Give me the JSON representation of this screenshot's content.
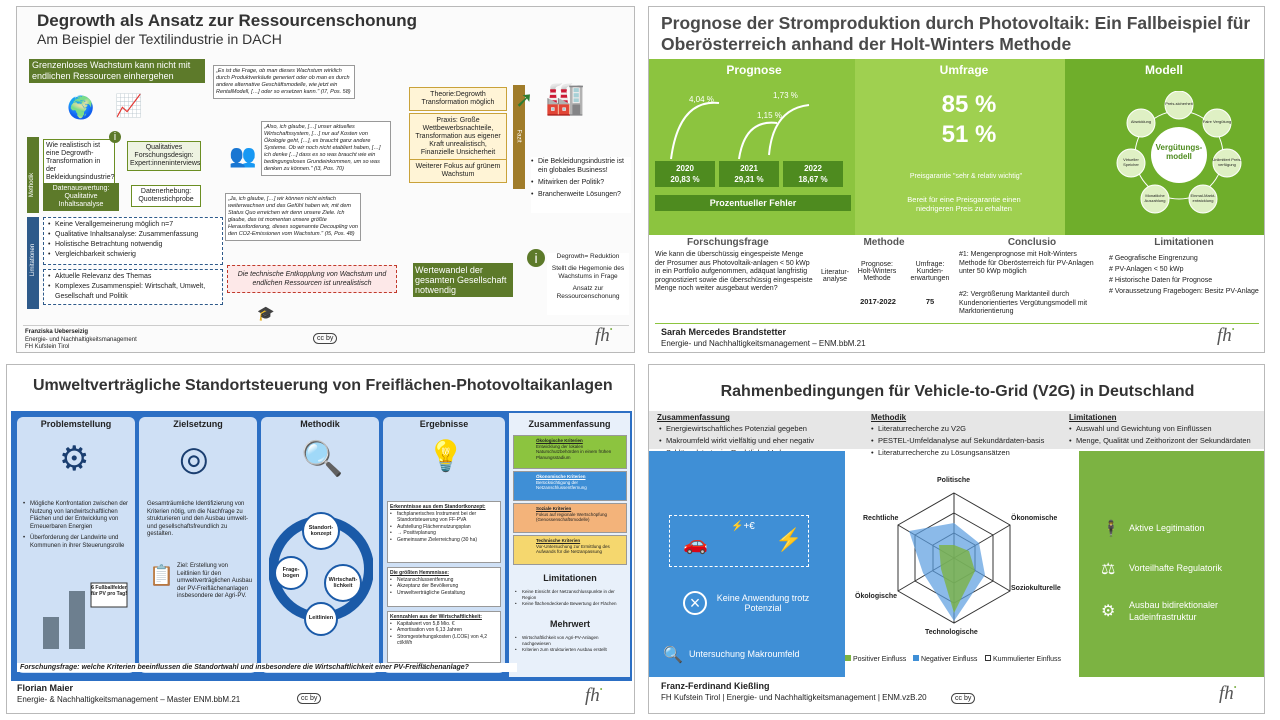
{
  "p1": {
    "title": "Degrowth als Ansatz zur Ressourcenschonung",
    "subtitle": "Am Beispiel der Textilindustrie in DACH",
    "banner": "Grenzenloses Wachstum kann nicht mit endlichen Ressourcen einhergehen",
    "question": "Wie realistisch ist eine Degrowth-Transformation in der Bekleidungsindustrie?",
    "design": "Qualitatives Forschungsdesign: Expert:inneninterviews",
    "eval": "Datenauswertung: Qualitative Inhaltsanalyse",
    "collect": "Datenerhebung: Quotenstichprobe",
    "side_method": "Methodik",
    "side_lim": "Limitationen",
    "lim": [
      "Keine Verallgemeinerung möglich n=7",
      "Qualitative Inhaltsanalyse: Zusammenfassung",
      "Holistische Betrachtung notwendig",
      "Vergleichbarkeit schwierig"
    ],
    "lim2": [
      "Aktuelle Relevanz des Themas",
      "Komplexes Zusammenspiel: Wirtschaft, Umwelt, Gesellschaft und Politik"
    ],
    "quote1": "„Es ist die Frage, ob man dieses Wachstum wirklich durch Produktverkäufe generiert oder ob man es durch andere alternative Geschäftsmodelle, wie jetzt ein RentalModell, […] oder so ersetzen kann.\" (I7, Pos. 58)",
    "quote2": "„Also, ich glaube, […] unser aktuelles Wirtschaftssystem, […] nur auf Kosten von Ökologie geht, […], es braucht ganz andere Systeme. Ob wir noch nicht etabliert haben, […] ich denke […] dass es so was braucht wie ein bedingungsloses Grundeinkommen, um so was denken zu können.\" (I3, Pos. 70)",
    "quote3": "„Ja, ich glaube, […] wir können nicht einfach weiterwachsen und das Gefühl haben wir, mit dem Status Quo erreichen wir denn unsere Ziele. Ich glaube, das ist momentan unsere größte Herausforderung, dieses sogenannte Decoupling von den CO2-Emissionen vom Wachstum.\" (I5, Pos. 48)",
    "theory": "Theorie:Degrowth Transformation möglich",
    "praxis": "Praxis: Große Wettbewerbsnachteile, Transformation aus eigener Kraft unrealistisch, Finanzielle Unsicherheit",
    "focus": "Weiterer Fokus auf grünem Wachstum",
    "fazit": "Fazit",
    "fazit_list": [
      "Die Bekleidungsindustrie ist ein globales Business!",
      "Mitwirken der Politik?",
      "Branchenweite Lösungen?"
    ],
    "decoupling": "Die technische Entkopplung von Wachstum und endlichen Ressourcen ist unrealistisch",
    "werte": "Wertewandel der gesamten Gesellschaft notwendig",
    "info": [
      "Degrowth= Reduktion",
      "Stellt die Hegemonie des Wachstums in Frage",
      "Ansatz zur Ressourcenschonung"
    ],
    "author": "Franziska Ueberseizig",
    "dept": "Energie- und Nachhaltigkeitsmanagement",
    "school": "FH Kufstein Tirol"
  },
  "p2": {
    "title": "Prognose der Stromproduktion durch Photovoltaik: Ein Fallbeispiel für Oberösterreich anhand der Holt-Winters Methode",
    "h_prog": "Prognose",
    "h_umf": "Umfrage",
    "h_mod": "Modell",
    "g1": "4,04 %",
    "g2": "1,15 %",
    "g3": "1,73 %",
    "years": [
      {
        "y": "2020",
        "v": "20,83 %"
      },
      {
        "y": "2021",
        "v": "29,31 %"
      },
      {
        "y": "2022",
        "v": "18,67 %"
      }
    ],
    "err": "Prozentueller Fehler",
    "pct1": "85 %",
    "pct2": "51 %",
    "umf1": "Preisgarantie \"sehr & relativ wichtig\"",
    "umf2": "Bereit für eine Preisgarantie einen niedrigeren Preis zu erhalten",
    "model_center": "Vergütungs-modell",
    "model_items": [
      "Preis-sicherheit",
      "Faire Vergütung",
      "Unlimitiert Preis-verfügung",
      "Einmal-Markt-entwicklung",
      "Monatliche Auszahlung",
      "Virtueller Speicher",
      "Abwicklung"
    ],
    "h_ff": "Forschungsfrage",
    "ff": "Wie kann die überschüssig eingespeiste Menge der Prosumer aus Photovoltaik-anlagen < 50 kWp in ein Portfolio aufgenommen, adäquat langfristig prognostiziert sowie die überschüssig eingespeiste Menge noch weiter ausgebaut werden?",
    "h_meth": "Methode",
    "lit": "Literatur-analyse",
    "prog": "Prognose: Holt-Winters Methode",
    "umfr": "Umfrage: Kunden-erwartungen",
    "yr": "2017-2022",
    "n": "75",
    "h_con": "Conclusio",
    "c1": "#1: Mengenprognose mit Holt-Winters Methode für Oberösterreich für PV-Anlagen unter 50 kWp möglich",
    "c2": "#2: Vergrößerung Marktanteil durch Kundenorientiertes Vergütungsmodell mit Marktorientierung",
    "h_lim": "Limitationen",
    "lims": [
      "# Geografische Eingrenzung",
      "# PV-Anlagen < 50 kWp",
      "# Historische Daten für Prognose",
      "# Voraussetzung Fragebogen: Besitz PV-Anlage"
    ],
    "author": "Sarah Mercedes Brandstetter",
    "dept": "Energie- und Nachhaltigkeitsmanagement – ENM.bbM.21"
  },
  "p3": {
    "title": "Umweltverträgliche Standortsteuerung von Freiflächen-Photovoltaikanlagen",
    "cols": [
      "Problemstellung",
      "Zielsetzung",
      "Methodik",
      "Ergebnisse",
      "Zusammenfassung"
    ],
    "prob": [
      "Mögliche Konfrontation zwischen der Nutzung von landwirtschaftlichen Flächen und der Entwicklung von Erneuerbaren Energien",
      "Überforderung der Landwirte und Kommunen in ihrer Steuerungsrolle"
    ],
    "prob_note": "6 Fußballfelder für PV pro Tag!",
    "ziel": "Gesamträumliche Identifizierung von Kriterien nötig, um die Nachfrage zu strukturieren und den Ausbau umwelt- und gesellschaftsfreundlich zu gestalten.",
    "ziel2": "Ziel: Erstellung von Leitlinien für den umweltverträglichen Ausbau der PV-Freiflächenanlagen insbesondere der Agri-PV.",
    "cycle": [
      "Standort-konzept",
      "Frage-bogen",
      "Wirtschaft-lichkeit",
      "Leitlinien"
    ],
    "erg1h": "Erkenntnisse aus dem Standortkonzept:",
    "erg1": [
      "fachplanerisches Instrument bei der Standortsteuerung von FF-PVA",
      "Aufstellung Flächennutzungsplan",
      "→ Positivplanung",
      "Gemeinsame Zielerreichung (30 ha)"
    ],
    "erg2h": "Die größten Hemmnisse:",
    "erg2": [
      "Netzanschlussentfernung",
      "Akzeptanz der Bevölkerung",
      "Umweltverträgliche Gestaltung"
    ],
    "erg3h": "Kennzahlen aus der Wirtschaftlichkeit:",
    "erg3": [
      "Kapitalwert von 5,8 Mio. €",
      "Amortisation von 6,13 Jahren",
      "Stromgestehungskosten (LCOE) von 4,2 ct/kWh"
    ],
    "sum": [
      {
        "h": "Ökologische Kriterien",
        "t": "Entwicklung der lokalen Naturschutzbehörden in einem frühen Planungsstadium"
      },
      {
        "h": "Ökonomische Kriterien",
        "t": "Berücksichtigung der Netzanschlussentfernung"
      },
      {
        "h": "Soziale Kriterien",
        "t": "Fokus auf regionale Wertschöpfung (Genossenschaftsmodelle)"
      },
      {
        "h": "Technische Kriterien",
        "t": "Vor-Untersuchung zur Ermittlung des Aufwands für die Netzanpassung"
      }
    ],
    "h_lim": "Limitationen",
    "lims": [
      "Keine Einsicht der Netzanschlusspunkte in der Region",
      "Keine flächendeckende Bewertung der Flächen"
    ],
    "h_mehr": "Mehrwert",
    "mehr": [
      "Wirtschaftlichkeit von Agri-PV-Anlagen nachgewiesen",
      "Kriterien zum strukturierten Ausbau erstellt"
    ],
    "ff": "Forschungsfrage: welche Kriterien beeinflussen die Standortwahl und insbesondere die Wirtschaftlichkeit einer PV-Freiflächenanlage?",
    "author": "Florian Maier",
    "dept": "Energie- & Nachhaltigkeitsmanagement – Master ENM.bbM.21"
  },
  "p4": {
    "title": "Rahmenbedingungen für Vehicle-to-Grid (V2G) in Deutschland",
    "h_sum": "Zusammenfassung",
    "sum": [
      "Energiewirtschaftliches Potenzial gegeben",
      "Makroumfeld wirkt vielfältig und eher negativ",
      "Schlüsselstrategie: Rechtliche Verbesserungen"
    ],
    "h_meth": "Methodik",
    "meth": [
      "Literaturrecherche zu V2G",
      "PESTEL-Umfeldanalyse auf Sekundärdaten-basis",
      "Literaturrecherche zu Lösungsansätzen"
    ],
    "h_lim": "Limitationen",
    "lims": [
      "Auswahl und Gewichtung von Einflüssen",
      "Menge, Qualität und Zeithorizont der Sekundärdaten"
    ],
    "noapp": "Keine Anwendung trotz Potenzial",
    "macro": "Untersuchung Makroumfeld",
    "radar_labels": [
      "Politische",
      "Ökonomische",
      "Soziokulturelle",
      "Technologische",
      "Ökologische",
      "Rechtliche"
    ],
    "legend": [
      "Positiver Einfluss",
      "Negativer Einfluss",
      "Kummulierter Einfluss"
    ],
    "right": [
      "Aktive Legitimation",
      "Vorteilhafte Regulatorik",
      "Ausbau bidirektionaler Ladeinfrastruktur"
    ],
    "author": "Franz-Ferdinand Kießling",
    "dept": "FH Kufstein Tirol | Energie- und Nachhaltigkeitsmanagement | ENM.vzB.20"
  },
  "colors": {
    "green": "#7cb342",
    "green_dark": "#4e7d2a",
    "blue": "#3f8fd6",
    "olive": "#6a7a2c",
    "gray": "#4a4a4a"
  }
}
